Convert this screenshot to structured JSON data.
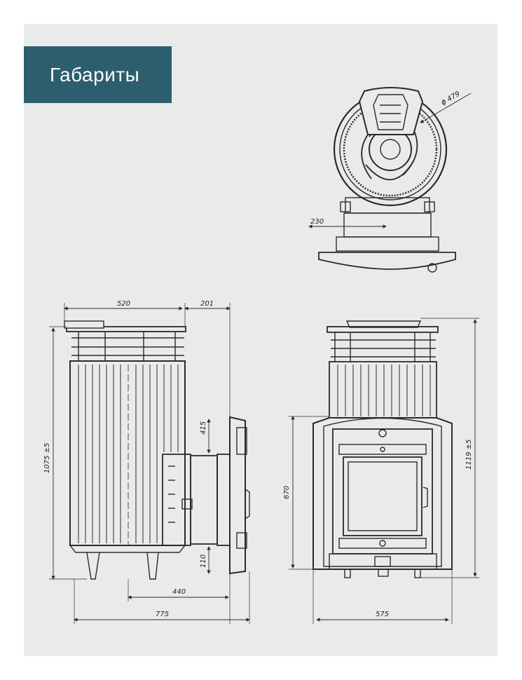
{
  "header": {
    "title": "Габариты"
  },
  "colors": {
    "banner": "#2c5e6e",
    "sheet": "#e9ebea",
    "line": "#2a2a2a"
  },
  "dimensions": {
    "top_diameter": "ϕ 479",
    "top_width": "230",
    "side_width": "520",
    "side_door": "201",
    "side_height": "1075 ±5",
    "door_top": "415",
    "door_bottom": "110",
    "side_depth_door": "440",
    "side_total_depth": "775",
    "front_door_height": "670",
    "front_height": "1119 ±5",
    "front_width": "575"
  }
}
